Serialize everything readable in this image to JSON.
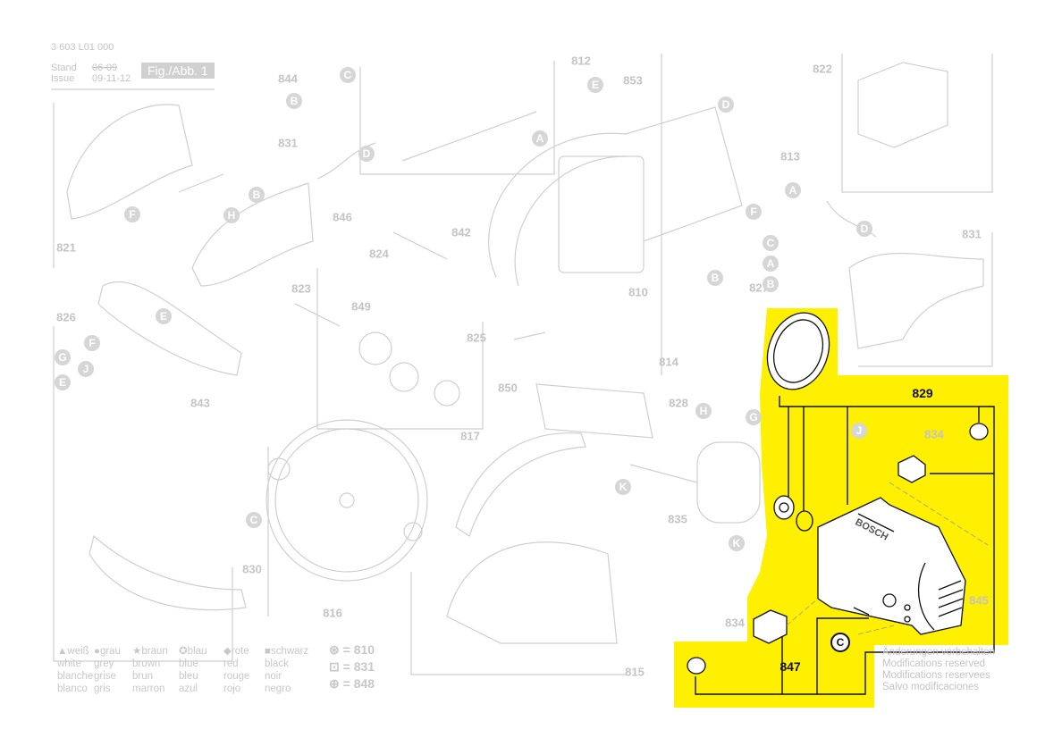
{
  "header": {
    "doc_number": "3 603 L01 000",
    "stand_label": "Stand",
    "issue_label": "Issue",
    "stand_date": "06-09",
    "issue_date": "09-11-12",
    "figure_label": "Fig./Abb. 1"
  },
  "part_numbers": [
    "812",
    "822",
    "844",
    "853",
    "831",
    "813",
    "846",
    "842",
    "821",
    "831",
    "824",
    "823",
    "849",
    "810",
    "827",
    "826",
    "825",
    "814",
    "850",
    "843",
    "828",
    "817",
    "835",
    "816",
    "830",
    "815",
    "834"
  ],
  "highlighted_parts": [
    "829",
    "834",
    "845",
    "847"
  ],
  "letters": [
    "C",
    "B",
    "D",
    "E",
    "D",
    "A",
    "F",
    "H",
    "B",
    "E",
    "F",
    "G",
    "J",
    "E",
    "F",
    "A",
    "D",
    "C",
    "A",
    "B",
    "B",
    "H",
    "G",
    "J",
    "K",
    "K",
    "C"
  ],
  "highlight_letter": "C",
  "brand_on_housing": "BOSCH",
  "legend": {
    "columns": [
      [
        "weiß",
        "white",
        "blanche",
        "blanco"
      ],
      [
        "grau",
        "grey",
        "grise",
        "gris"
      ],
      [
        "braun",
        "brown",
        "brun",
        "marron"
      ],
      [
        "blau",
        "blue",
        "bleu",
        "azul"
      ],
      [
        "rote",
        "red",
        "rouge",
        "rojo"
      ],
      [
        "schwarz",
        "black",
        "noir",
        "negro"
      ]
    ],
    "symbol_refs": [
      "= 810",
      "= 831",
      "= 848"
    ]
  },
  "notes": [
    "Änderungen vorbehalten",
    "Modifications reserved",
    "Modifications reservees",
    "Salvo modificaciones"
  ],
  "colors": {
    "highlight": "#ffef00",
    "line": "#c8c8c8",
    "ink": "#111111"
  }
}
